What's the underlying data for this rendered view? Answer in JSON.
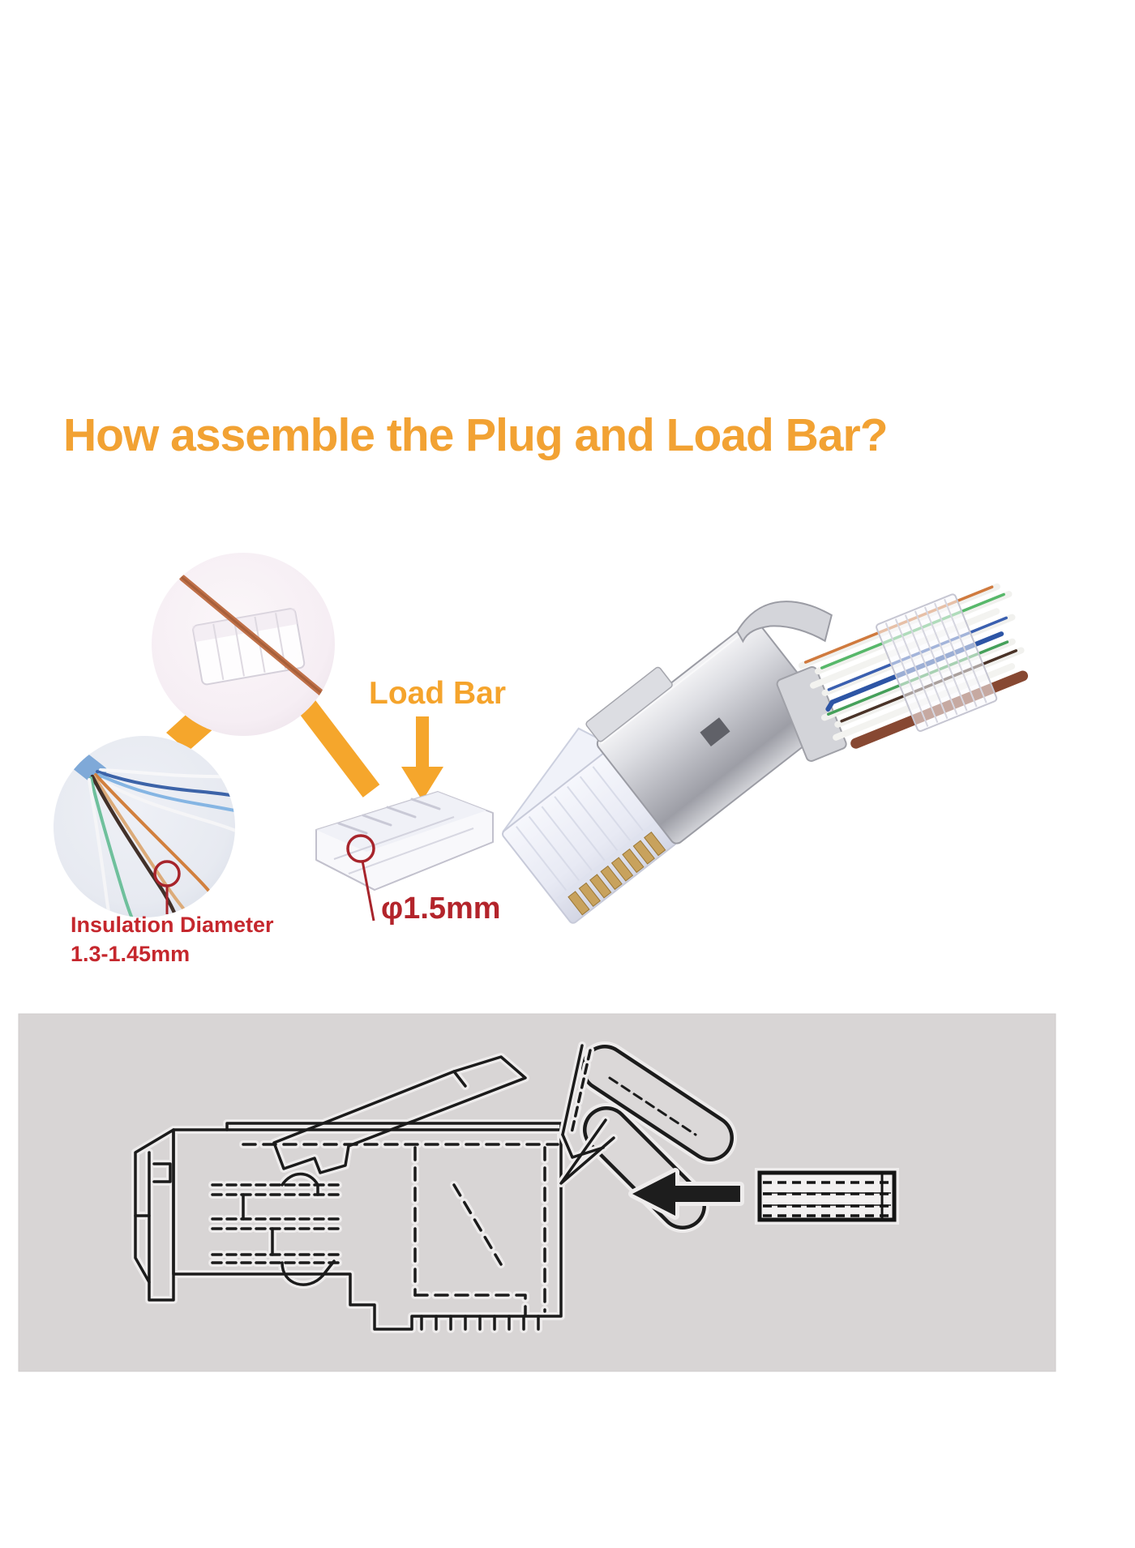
{
  "title": {
    "text": "How assemble the Plug and Load Bar?",
    "color": "#F2A233"
  },
  "callouts": {
    "load_bar": {
      "label": "Load Bar",
      "color": "#F5A42C"
    },
    "insulation": {
      "line1": "Insulation Diameter",
      "line2": "1.3-1.45mm",
      "color": "#C5272D"
    },
    "diameter": {
      "label": "φ1.5mm",
      "color": "#B3242B"
    }
  },
  "icons": {
    "down_arrow_icon": "triangle-down-arrow",
    "left_arrow_icon": "solid-left-arrow",
    "detail_circle_icon": "magnifier-detail-circle"
  },
  "colors": {
    "accent_orange": "#F5A62C",
    "title_orange": "#F2A233",
    "callout_red": "#C5272D",
    "dark_red": "#B3242B",
    "leader_red": "#A7242B",
    "panel_gray": "#D8D5D5",
    "line_art": "#1b1b1b",
    "copper_wire": "#BF7048",
    "metal_silver": "#C6C7CC"
  }
}
